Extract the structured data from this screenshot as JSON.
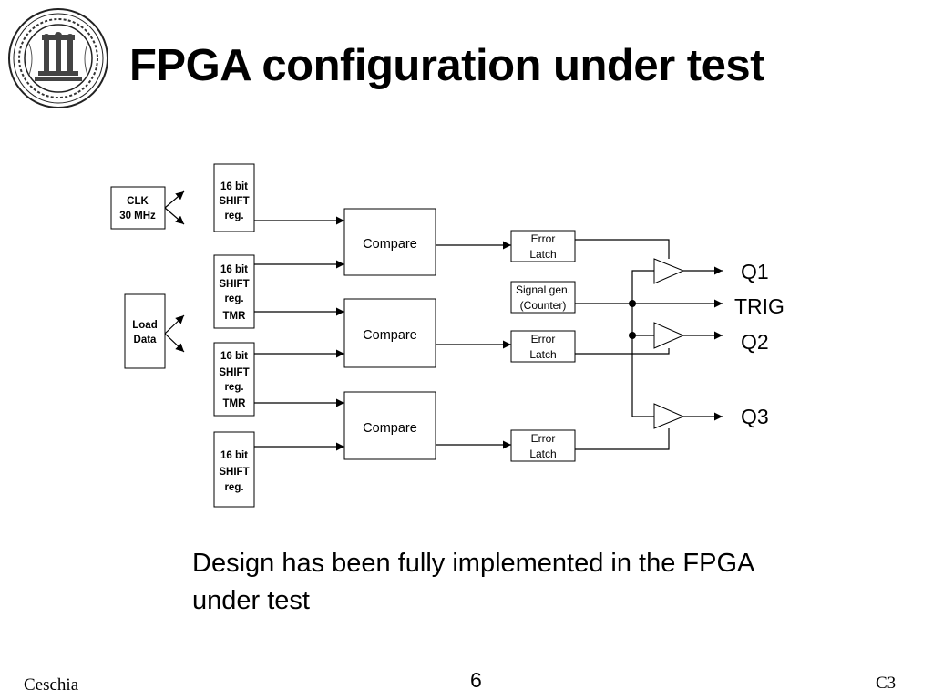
{
  "slide": {
    "title": "FPGA configuration under test",
    "caption": "Design has been fully implemented in the FPGA under test",
    "page_number": "6",
    "footer_left": "Ceschia",
    "footer_right": "C3",
    "logo": "university-seal"
  },
  "diagram": {
    "clk": [
      "CLK",
      "30 MHz"
    ],
    "load": [
      "Load",
      "Data"
    ],
    "shift_regs": [
      [
        "16 bit",
        "SHIFT",
        "reg."
      ],
      [
        "16 bit",
        "SHIFT",
        "reg.",
        "TMR"
      ],
      [
        "16 bit",
        "SHIFT",
        "reg.",
        "TMR"
      ],
      [
        "16 bit",
        "SHIFT",
        "reg."
      ]
    ],
    "compare": [
      "Compare",
      "Compare",
      "Compare"
    ],
    "error_latch": [
      [
        "Error",
        "Latch"
      ],
      [
        "Error",
        "Latch"
      ],
      [
        "Error",
        "Latch"
      ]
    ],
    "signal_gen": [
      "Signal gen.",
      "(Counter)"
    ],
    "outputs": [
      "Q1",
      "TRIG",
      "Q2",
      "Q3"
    ]
  }
}
